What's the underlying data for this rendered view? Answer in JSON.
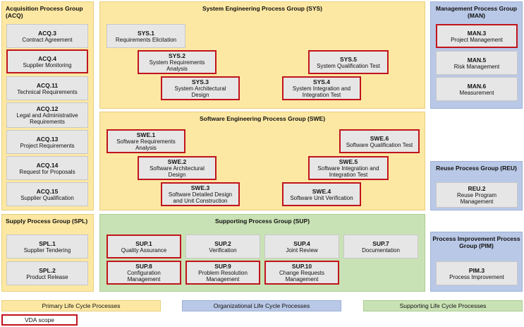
{
  "groups": {
    "acq": "Acquisition Process Group\n(ACQ)",
    "sys": "System Engineering Process Group (SYS)",
    "man": "Management Process Group\n(MAN)",
    "swe": "Software Engineering Process Group (SWE)",
    "reu": "Reuse Process Group (REU)",
    "spl": "Supply Process Group (SPL)",
    "sup": "Supporting Process Group (SUP)",
    "pim": "Process Improvement Process\nGroup (PIM)"
  },
  "processes": {
    "acq3": {
      "id": "ACQ.3",
      "name": "Contract Agreement"
    },
    "acq4": {
      "id": "ACQ.4",
      "name": "Supplier Monitoring"
    },
    "acq11": {
      "id": "ACQ.11",
      "name": "Technical Requirements"
    },
    "acq12": {
      "id": "ACQ.12",
      "name": "Legal and Administrative\nRequirements"
    },
    "acq13": {
      "id": "ACQ.13",
      "name": "Project Requirements"
    },
    "acq14": {
      "id": "ACQ.14",
      "name": "Request for Proposals"
    },
    "acq15": {
      "id": "ACQ.15",
      "name": "Supplier Qualification"
    },
    "sys1": {
      "id": "SYS.1",
      "name": "Requirements Elicitation"
    },
    "sys2": {
      "id": "SYS.2",
      "name": "System Requirements\nAnalysis"
    },
    "sys3": {
      "id": "SYS.3",
      "name": "System Architectural\nDesign"
    },
    "sys4": {
      "id": "SYS.4",
      "name": "System Integration and\nIntegration Test"
    },
    "sys5": {
      "id": "SYS.5",
      "name": "System Qualification Test"
    },
    "man3": {
      "id": "MAN.3",
      "name": "Project Management"
    },
    "man5": {
      "id": "MAN.5",
      "name": "Risk Management"
    },
    "man6": {
      "id": "MAN.6",
      "name": "Measurement"
    },
    "swe1": {
      "id": "SWE.1",
      "name": "Software Requirements\nAnalysis"
    },
    "swe2": {
      "id": "SWE.2",
      "name": "Software Architectural\nDesign"
    },
    "swe3": {
      "id": "SWE.3",
      "name": "Software Detailed Design\nand Unit Construction"
    },
    "swe4": {
      "id": "SWE.4",
      "name": "Software Unit Verification"
    },
    "swe5": {
      "id": "SWE.5",
      "name": "Software Integration and\nIntegration Test"
    },
    "swe6": {
      "id": "SWE.6",
      "name": "Software Qualification Test"
    },
    "reu2": {
      "id": "REU.2",
      "name": "Reuse Program\nManagement"
    },
    "spl1": {
      "id": "SPL.1",
      "name": "Supplier Tendering"
    },
    "spl2": {
      "id": "SPL.2",
      "name": "Product Release"
    },
    "sup1": {
      "id": "SUP.1",
      "name": "Quality Assurance"
    },
    "sup2": {
      "id": "SUP.2",
      "name": "Verification"
    },
    "sup4": {
      "id": "SUP.4",
      "name": "Joint Review"
    },
    "sup7": {
      "id": "SUP.7",
      "name": "Documentation"
    },
    "sup8": {
      "id": "SUP.8",
      "name": "Configuration\nManagement"
    },
    "sup9": {
      "id": "SUP.9",
      "name": "Problem Resolution\nManagement"
    },
    "sup10": {
      "id": "SUP.10",
      "name": "Change Requests\nManagement"
    },
    "pim3": {
      "id": "PIM.3",
      "name": "Process Improvement"
    }
  },
  "legend": {
    "primary": "Primary Life Cycle Processes",
    "organizational": "Organizational Life Cycle Processes",
    "supporting": "Supporting Life Cycle Processes",
    "vda": "VDA scope"
  },
  "colors": {
    "primary": "#fde8a3",
    "organizational": "#b9c8e6",
    "supporting": "#c9e2b5",
    "vda_border": "#c0141c",
    "process_box": "#e6e6e6"
  }
}
